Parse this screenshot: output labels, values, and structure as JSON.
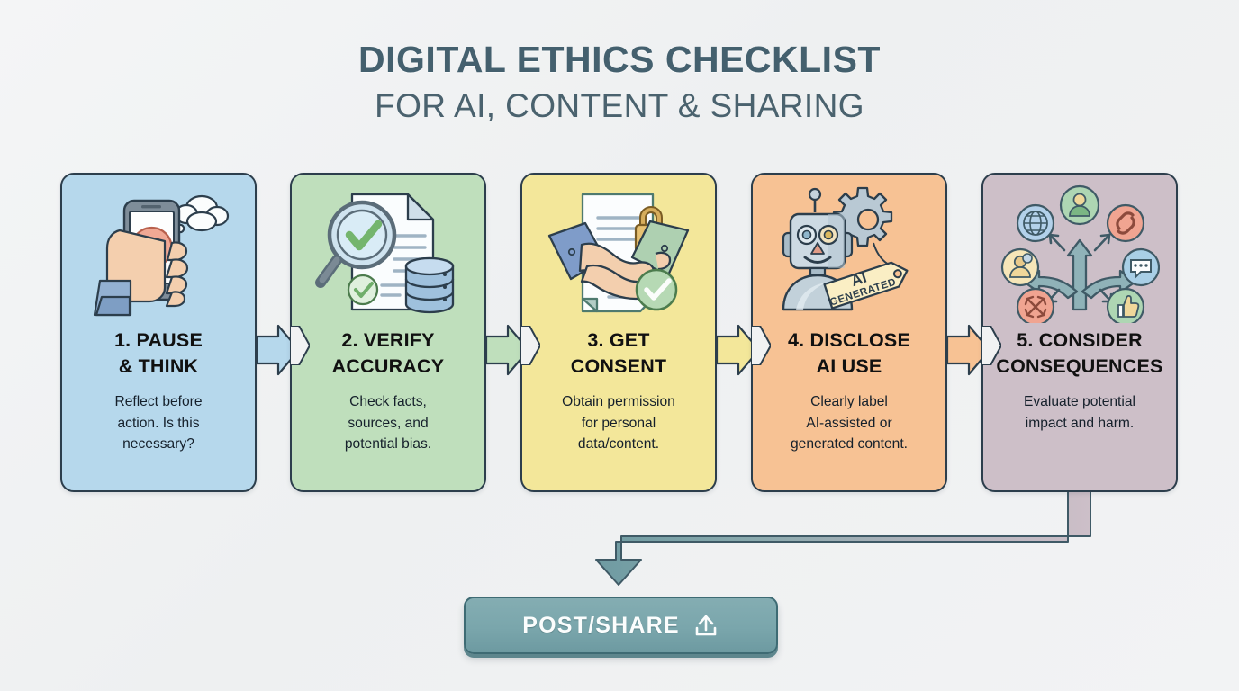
{
  "title": {
    "line1": "DIGITAL ETHICS CHECKLIST",
    "line2": "FOR AI, CONTENT & SHARING",
    "color": "#44606e"
  },
  "steps": [
    {
      "number": "1",
      "heading": "1. PAUSE\n& THINK",
      "body": "Reflect before\naction. Is this\nnecessary?",
      "color": "#b6d8ec",
      "icon": "hand-holding-phone-pause-icon"
    },
    {
      "number": "2",
      "heading": "2. VERIFY\nACCURACY",
      "body": "Check facts,\nsources, and\npotential bias.",
      "color": "#bfdfbc",
      "icon": "magnifier-document-database-icon"
    },
    {
      "number": "3",
      "heading": "3. GET\nCONSENT",
      "body": "Obtain permission\nfor personal\ndata/content.",
      "color": "#f3e79a",
      "icon": "handshake-document-lock-icon"
    },
    {
      "number": "4",
      "heading": "4. DISCLOSE\nAI USE",
      "body": "Clearly label\nAI-assisted or\ngenerated content.",
      "color": "#f7c294",
      "icon": "robot-ai-generated-tag-icon"
    },
    {
      "number": "5",
      "heading": "5. CONSIDER\nCONSEQUENCES",
      "body": "Evaluate potential\nimpact and harm.",
      "color": "#cdbfc8",
      "icon": "branching-arrows-consequences-icon"
    }
  ],
  "ai_tag": {
    "line1": "AI",
    "line2": "GENERATED"
  },
  "post_share": {
    "label": "POST/SHARE",
    "icon": "upload-share-icon",
    "color": "#7aa6ac"
  },
  "flow": {
    "connector_icon": "right-block-arrow-icon",
    "bottom_connector_icon": "elbow-down-arrow-icon"
  }
}
